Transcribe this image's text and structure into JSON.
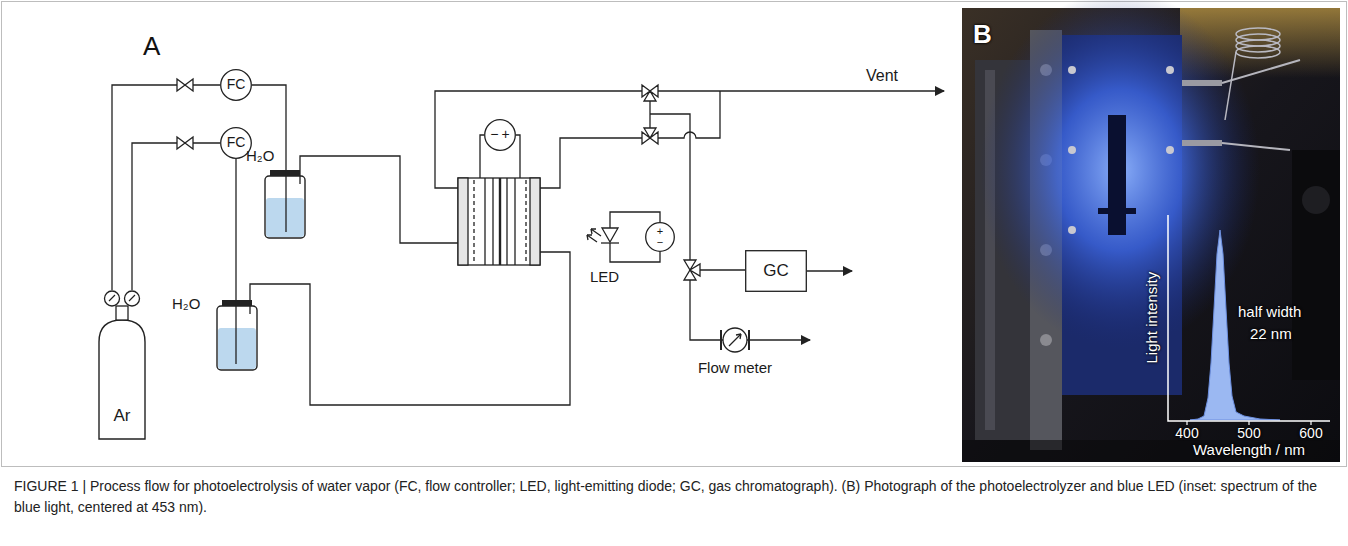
{
  "diagram": {
    "caption": "FIGURE 1 | Process flow for photoelectrolysis of water vapor (FC, flow controller; LED, light-emitting diode; GC, gas chromatograph). (B) Photograph of the photoelectrolyzer and blue LED (inset: spectrum of the blue light, centered at 453 nm).",
    "nodes": [
      {
        "text": [
          "FC"
        ]
      },
      {
        "text": [
          "FC"
        ]
      },
      {
        "text": [
          "H₂O"
        ]
      },
      {
        "text": [
          "H₂O"
        ]
      },
      {
        "text": [
          "Ar"
        ]
      },
      {
        "text": [
          "−",
          "+"
        ]
      },
      {
        "text": [
          "+",
          "−"
        ]
      },
      {
        "text": [
          "GC"
        ]
      }
    ],
    "edges": [
      {
        "from": 4,
        "to": 0,
        "arrow": "none"
      },
      {
        "from": 4,
        "to": 1,
        "arrow": "none"
      },
      {
        "from": 0,
        "to": 2,
        "arrow": "none"
      },
      {
        "from": 1,
        "to": 3,
        "arrow": "none"
      }
    ],
    "labels": [
      "A",
      "Vent",
      "LED",
      "Flow meter",
      "B",
      "Light intensity",
      "half width",
      "22 nm",
      "400",
      "500",
      "600",
      "Wavelength / nm"
    ]
  }
}
